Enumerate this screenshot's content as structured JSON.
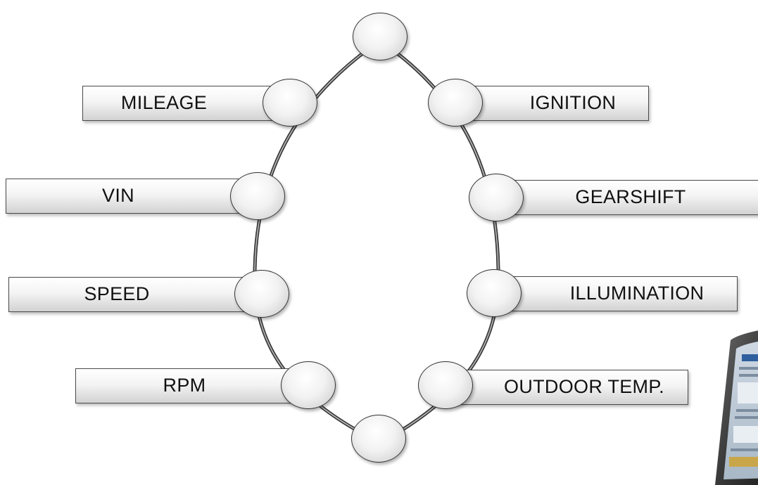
{
  "bus_labels": {
    "left": [
      "MILEAGE",
      "VIN",
      "SPEED",
      "RPM"
    ],
    "right": [
      "IGNITION",
      "GEARSHIFT",
      "ILLUMINATION",
      "OUTDOOR TEMP."
    ]
  },
  "colors": {
    "line": "#3a3a3a",
    "box_border": "#4a4a4a",
    "node_border": "#333333"
  },
  "icons": {
    "laptop_photo": "laptop-icon"
  }
}
